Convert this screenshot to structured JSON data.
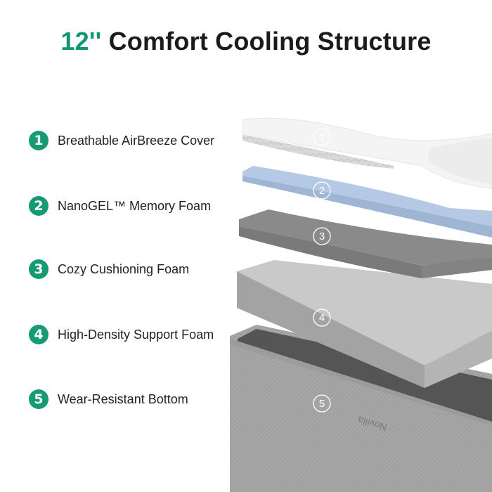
{
  "header": {
    "size": "12''",
    "title": "Comfort Cooling Structure"
  },
  "features": [
    {
      "number": "1",
      "label": "Breathable AirBreeze Cover"
    },
    {
      "number": "2",
      "label": "NanoGEL™ Memory Foam"
    },
    {
      "number": "3",
      "label": "Cozy Cushioning Foam"
    },
    {
      "number": "4",
      "label": "High-Density Support Foam"
    },
    {
      "number": "5",
      "label": "Wear-Resistant Bottom"
    }
  ],
  "layers": [
    {
      "number": "1",
      "color": "#f2f2f2"
    },
    {
      "number": "2",
      "color": "#b7cbe6"
    },
    {
      "number": "3",
      "color": "#8d8d8d"
    },
    {
      "number": "4",
      "color": "#b6b6b6"
    },
    {
      "number": "5",
      "color": "#a9a9a9"
    }
  ],
  "brand": "Novilla",
  "colors": {
    "accent": "#12986f",
    "text": "#222222"
  }
}
